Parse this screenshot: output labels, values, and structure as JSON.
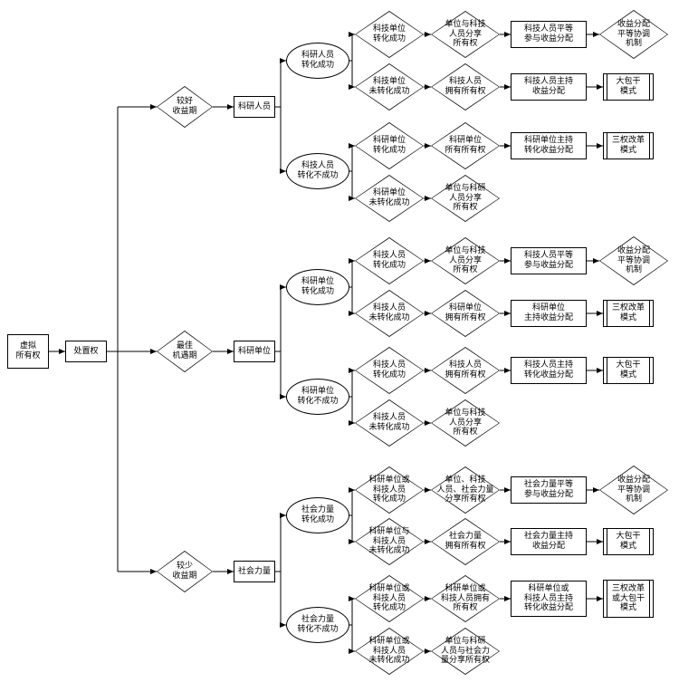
{
  "diagram": {
    "start": {
      "virtual_ownership": "虚拟\n所有权",
      "disposal_right": "处置权"
    },
    "periods": {
      "good": "较好\n收益期",
      "best": "最佳\n机遇期",
      "less": "较少\n收益期"
    },
    "sections": {
      "a": {
        "actor": "科研人员",
        "oval_success": "科研人员\n转化成功",
        "oval_fail": "科技人员\n转化不成功",
        "rows": [
          {
            "cond": "科技单位\n转化成功",
            "own": "单位与科技\n人员分享\n所有权",
            "dist": "科技人员平等\n参与收益分配",
            "mode": "收益分配\n平等协调\n机制"
          },
          {
            "cond": "科技单位\n未转化成功",
            "own": "科技人员\n拥有所有权",
            "dist": "科技人员主持\n收益分配",
            "mode": "大包干\n模式"
          },
          {
            "cond": "科研单位\n转化成功",
            "own": "科研单位\n所有所有权",
            "dist": "科研单位主持\n转化收益分配",
            "mode": "三权改革\n模式"
          },
          {
            "cond": "科研单位\n未转化成功",
            "own": "单位与科研\n人员分享\n所有权"
          }
        ]
      },
      "b": {
        "actor": "科研单位",
        "oval_success": "科研单位\n转化成功",
        "oval_fail": "科研单位\n转化不成功",
        "rows": [
          {
            "cond": "科技人员\n转化成功",
            "own": "单位与科技\n人员分享\n所有权",
            "dist": "科技人员平等\n参与收益分配",
            "mode": "收益分配\n平等协调\n机制"
          },
          {
            "cond": "科技人员\n未转化成功",
            "own": "科研单位\n拥有所有权",
            "dist": "科研单位\n主持收益分配",
            "mode": "三权改革\n模式"
          },
          {
            "cond": "科技人员\n转化成功",
            "own": "科技人员\n拥有所有权",
            "dist": "科技人员主持\n转化收益分配",
            "mode": "大包干\n模式"
          },
          {
            "cond": "科技人员\n未转化成功",
            "own": "单位与科技\n人员分享\n所有权"
          }
        ]
      },
      "c": {
        "actor": "社会力量",
        "oval_success": "社会力量\n转化成功",
        "oval_fail": "社会力量\n转化不成功",
        "rows": [
          {
            "cond": "科研单位或\n科技人员\n转化成功",
            "own": "单位、科技\n人员、社会力量\n分享所有权",
            "dist": "社会力量平等\n参与收益分配",
            "mode": "收益分配\n平等协调\n机制"
          },
          {
            "cond": "科研单位与\n科技人员\n未转化成功",
            "own": "社会力量\n拥有所有权",
            "dist": "社会力量主持\n收益分配",
            "mode": "大包干\n模式"
          },
          {
            "cond": "科研单位或\n科技人员\n转化成功",
            "own": "科研单位或\n科技人员拥有\n所有权",
            "dist": "科研单位或\n科技人员主持\n转化收益分配",
            "mode": "三权改革\n或大包干\n模式"
          },
          {
            "cond": "科研单位或\n科技人员\n未转化成功",
            "own": "单位与科研\n人员与社会力\n量分享所有权"
          }
        ]
      }
    }
  }
}
